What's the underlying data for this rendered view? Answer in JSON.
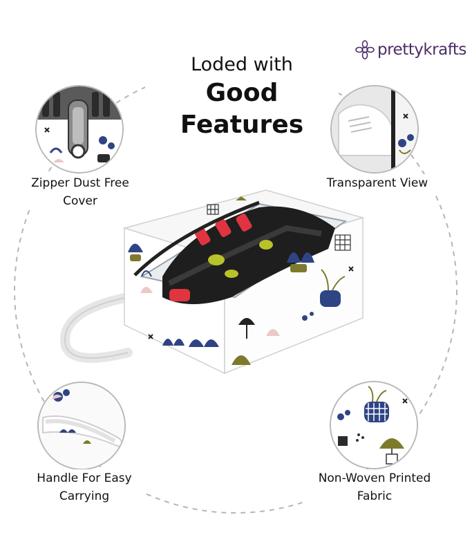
{
  "brand": {
    "name": "prettykrafts",
    "color": "#4d2d66"
  },
  "headline": {
    "line1": "Loded with",
    "line2": "Good",
    "line3": "Features"
  },
  "features": [
    {
      "label_line1": "Zipper Dust Free",
      "label_line2": "Cover",
      "icon": "zipper-icon"
    },
    {
      "label_line1": "Transparent View",
      "label_line2": "",
      "icon": "shoe-window-icon"
    },
    {
      "label_line1": "Handle For Easy",
      "label_line2": "Carrying",
      "icon": "handle-icon"
    },
    {
      "label_line1": "Non-Woven Printed",
      "label_line2": "Fabric",
      "icon": "fabric-print-icon"
    }
  ],
  "colors": {
    "ring": "#b5b5b5",
    "navy": "#2f4484",
    "olive": "#7d7a2c",
    "pink": "#e9c9c9",
    "red": "#e03540",
    "lime": "#b8c22a"
  }
}
